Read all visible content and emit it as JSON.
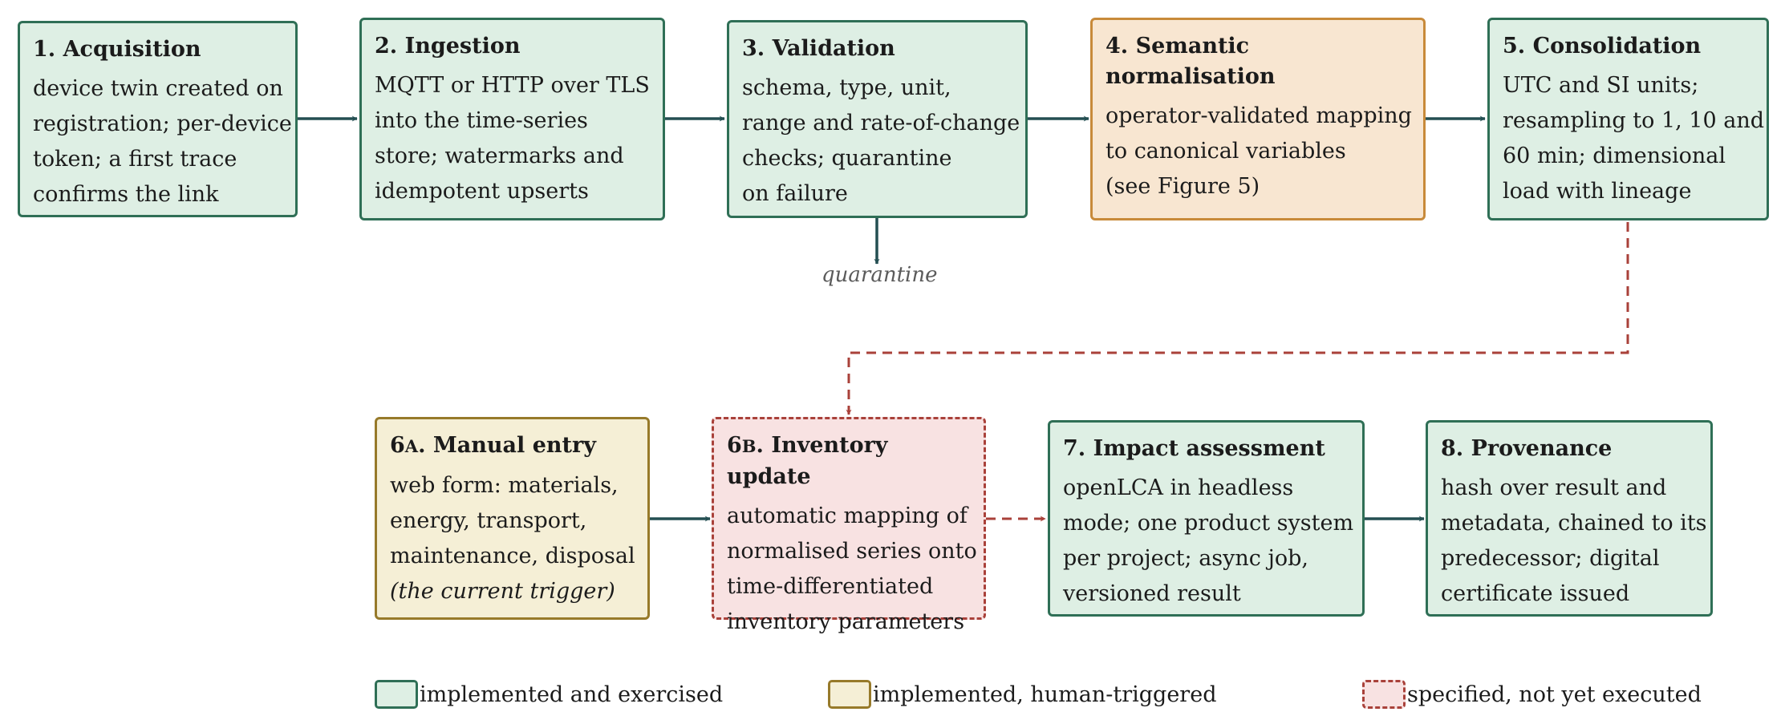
{
  "colors": {
    "implemented_border": "#2f6f56",
    "implemented_fill": "#deefe4",
    "semantic_border": "#c88a3a",
    "semantic_fill": "#f8e6d1",
    "human_border": "#977a2a",
    "human_fill": "#f5efd6",
    "specified_border": "#a9413a",
    "specified_fill": "#f8e2e2",
    "arrow_solid": "#244f52",
    "arrow_dashed": "#a9413a"
  },
  "nodes": {
    "acquisition": {
      "title": "1. Acquisition",
      "lines": [
        "device twin created on",
        "registration; per-device",
        "token; a first trace",
        "confirms the link"
      ]
    },
    "ingestion": {
      "title": "2. Ingestion",
      "lines": [
        "MQTT or HTTP over TLS",
        "into the time-series",
        "store; watermarks and",
        "idempotent upserts"
      ]
    },
    "validation": {
      "title": "3. Validation",
      "lines": [
        "schema, type, unit,",
        "range and rate-of-change",
        "checks; quarantine",
        "on failure"
      ]
    },
    "semantic": {
      "title_line1": "4. Semantic",
      "title_line2": "normalisation",
      "lines": [
        "operator-validated mapping",
        "to canonical variables",
        "(see Figure 5)"
      ]
    },
    "consolidation": {
      "title": "5. Consolidation",
      "lines": [
        "UTC and SI units;",
        "resampling to 1, 10 and",
        "60 min; dimensional",
        "load with lineage"
      ]
    },
    "manual_entry": {
      "title_num": "6",
      "title_letter": "A",
      "title_text": ". Manual entry",
      "lines": [
        "web form: materials,",
        "energy, transport,",
        "maintenance, disposal"
      ],
      "note": "(the current trigger)"
    },
    "inventory_update": {
      "title_num": "6",
      "title_letter": "B",
      "title_text": ". Inventory update",
      "lines": [
        "automatic mapping of",
        "normalised series onto",
        "time-differentiated",
        "inventory parameters"
      ]
    },
    "impact": {
      "title": "7. Impact assessment",
      "lines": [
        "openLCA in headless",
        "mode; one product system",
        "per project; async job,",
        "versioned result"
      ]
    },
    "provenance": {
      "title": "8. Provenance",
      "lines": [
        "hash over result and",
        "metadata, chained to its",
        "predecessor; digital",
        "certificate issued"
      ]
    }
  },
  "quarantine_label": "quarantine",
  "legend": {
    "implemented": "implemented and exercised",
    "human": "implemented, human-triggered",
    "specified": "specified, not yet executed"
  }
}
